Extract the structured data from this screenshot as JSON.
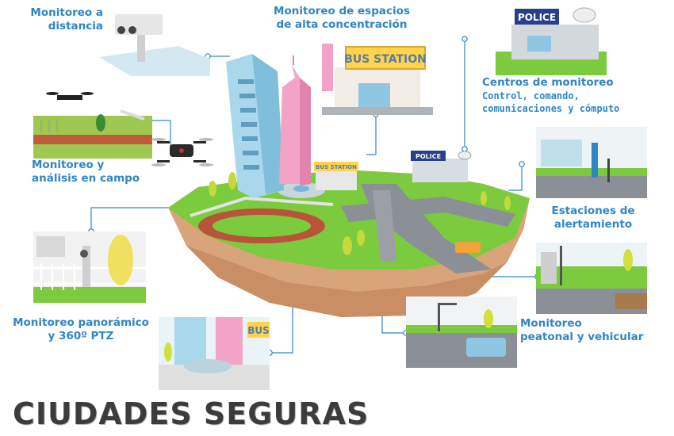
{
  "labels": {
    "remote": [
      "Monitoreo a",
      "distancia"
    ],
    "crowd": [
      "Monitoreo de espacios",
      "de alta concentración"
    ],
    "centers_title": "Centros de monitoreo",
    "centers_sub": [
      "Control, comando,",
      "comunicaciones y cómputo"
    ],
    "field": [
      "Monitoreo y",
      "análisis en campo"
    ],
    "alert": [
      "Estaciones de",
      "alertamiento"
    ],
    "ptz": [
      "Monitoreo panorámico",
      "y 360º PTZ"
    ],
    "vehicular": [
      "Monitoreo",
      "peatonal y vehicular"
    ]
  },
  "signs": {
    "bus_station": "BUS STATION",
    "police": "POLICE",
    "bus_partial": "BUS"
  },
  "title": "CIUDADES SEGURAS",
  "colors": {
    "label_blue": "#2f86c6",
    "title_gray": "#3c3c3c",
    "grass": "#7ccb3f",
    "earth": "#d9a47a",
    "road": "#8b9096"
  }
}
